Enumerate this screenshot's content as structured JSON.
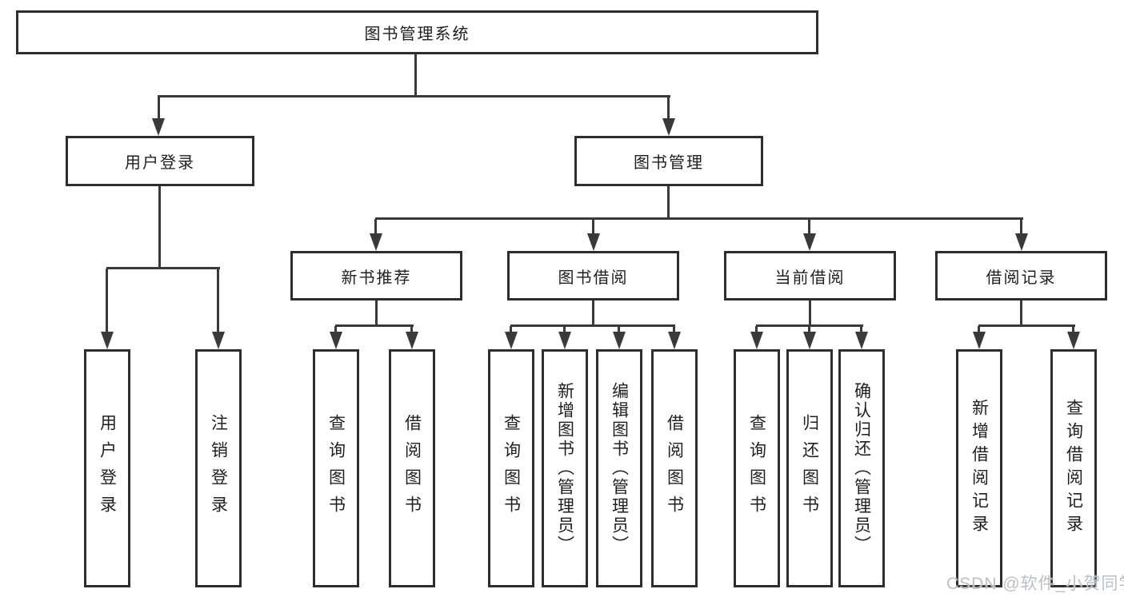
{
  "tree": {
    "label": "图书管理系统",
    "children": [
      {
        "label": "用户登录",
        "children": [
          {
            "label": "用户登录"
          },
          {
            "label": "注销登录"
          }
        ]
      },
      {
        "label": "图书管理",
        "children": [
          {
            "label": "新书推荐",
            "children": [
              {
                "label": "查询图书"
              },
              {
                "label": "借阅图书"
              }
            ]
          },
          {
            "label": "图书借阅",
            "children": [
              {
                "label": "查询图书"
              },
              {
                "label": "新增图书（管理员）"
              },
              {
                "label": "编辑图书（管理员）"
              },
              {
                "label": "借阅图书"
              }
            ]
          },
          {
            "label": "当前借阅",
            "children": [
              {
                "label": "查询图书"
              },
              {
                "label": "归还图书"
              },
              {
                "label": "确认归还（管理员）"
              }
            ]
          },
          {
            "label": "借阅记录",
            "children": [
              {
                "label": "新增借阅记录"
              },
              {
                "label": "查询借阅记录"
              }
            ]
          }
        ]
      }
    ]
  },
  "watermark": {
    "text": "CSDN @软件_小贺同学"
  },
  "colors": {
    "background": "#ffffff",
    "box_border": "#2d2d2d",
    "line": "#3a3a3a",
    "text": "#1f1f1f",
    "watermark": "#b7bdc2"
  }
}
